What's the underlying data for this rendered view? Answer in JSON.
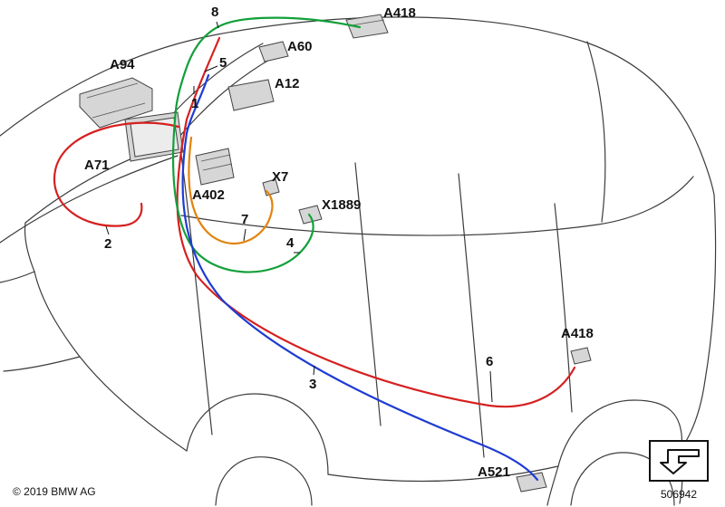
{
  "diagram": {
    "copyright": "© 2019 BMW AG",
    "part_number": "506942",
    "components": {
      "a94": "A94",
      "a60": "A60",
      "a418_top": "A418",
      "a12": "A12",
      "a71": "A71",
      "a402": "A402",
      "x7": "X7",
      "x1889": "X1889",
      "a418_rear": "A418",
      "a521": "A521"
    },
    "callouts": {
      "c1": "1",
      "c2": "2",
      "c3": "3",
      "c4": "4",
      "c5": "5",
      "c6": "6",
      "c7": "7",
      "c8": "8"
    },
    "wire_colors": {
      "red": "#d62020",
      "blue": "#1e3cd2",
      "green": "#12a03a",
      "orange": "#e2830f"
    }
  }
}
